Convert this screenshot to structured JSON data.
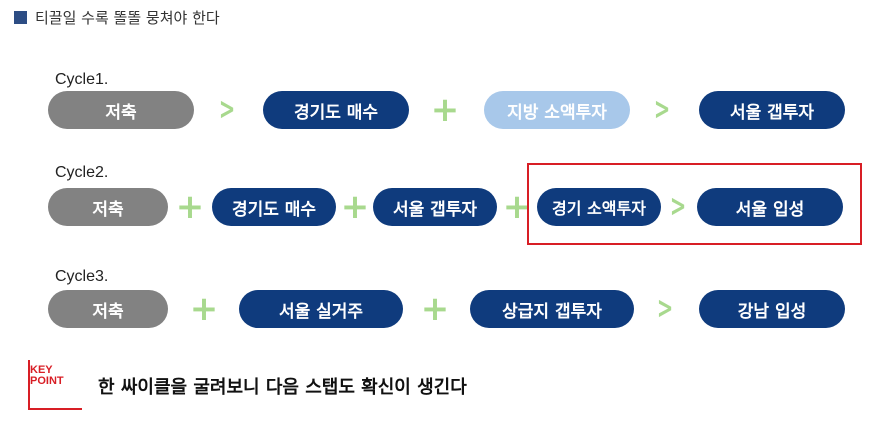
{
  "header": {
    "title": "티끌일 수록 똘똘 뭉쳐야 한다"
  },
  "cycles": [
    {
      "label": "Cycle1.",
      "steps": [
        "저축",
        "경기도 매수",
        "지방 소액투자",
        "서울 갭투자"
      ],
      "operators": [
        ">",
        "+",
        ">"
      ]
    },
    {
      "label": "Cycle2.",
      "steps": [
        "저축",
        "경기도 매수",
        "서울 갭투자",
        "경기 소액투자",
        "서울 입성"
      ],
      "operators": [
        "+",
        "+",
        "+",
        ">"
      ]
    },
    {
      "label": "Cycle3.",
      "steps": [
        "저축",
        "서울 실거주",
        "상급지 갭투자",
        "강남 입성"
      ],
      "operators": [
        "+",
        "+",
        ">"
      ]
    }
  ],
  "key_point": {
    "logo_line1": "KEY",
    "logo_line2": "POINT",
    "text": "한 싸이클을 굴려보니 다음 스탭도 확신이 생긴다"
  },
  "colors": {
    "navy": "#0f3b7d",
    "gray": "#828282",
    "light_blue": "#a8c8ea",
    "operator_green": "#a8d98e",
    "highlight_red": "#d81e25",
    "header_square": "#2d4d84"
  }
}
